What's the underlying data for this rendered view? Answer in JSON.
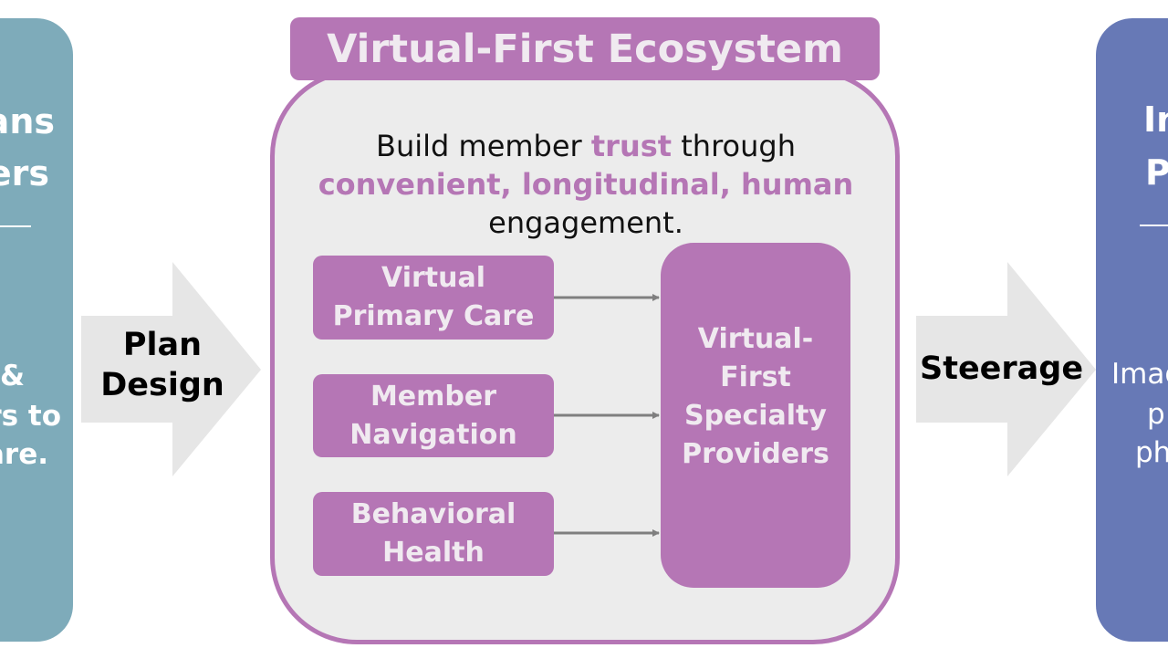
{
  "left_panel": {
    "title_line1": "ans",
    "title_line2": "ers",
    "body_line1": "&",
    "body_line2": "rs to",
    "body_line3": "are.",
    "color": "#7eabba"
  },
  "plan_design_arrow": {
    "line1": "Plan",
    "line2": "Design"
  },
  "ecosystem": {
    "header": "Virtual-First Ecosystem",
    "tagline": {
      "part1": "Build member ",
      "part2": "trust",
      "part3": " through ",
      "part4": "convenient, longitudinal, human",
      "part5": " engagement."
    },
    "services": [
      {
        "line1": "Virtual",
        "line2": "Primary Care"
      },
      {
        "line1": "Member",
        "line2": "Navigation"
      },
      {
        "line1": "Behavioral",
        "line2": "Health"
      }
    ],
    "specialty": {
      "line1": "Virtual-",
      "line2": "First",
      "line3": "Specialty",
      "line4": "Providers"
    },
    "accent_color": "#b576b5"
  },
  "steerage_arrow": {
    "label": "Steerage"
  },
  "right_panel": {
    "title_line1": "In",
    "title_line2": "P",
    "body_line1": "Imag",
    "body_line2": "p",
    "body_line3": "ph",
    "color": "#6779b6"
  }
}
